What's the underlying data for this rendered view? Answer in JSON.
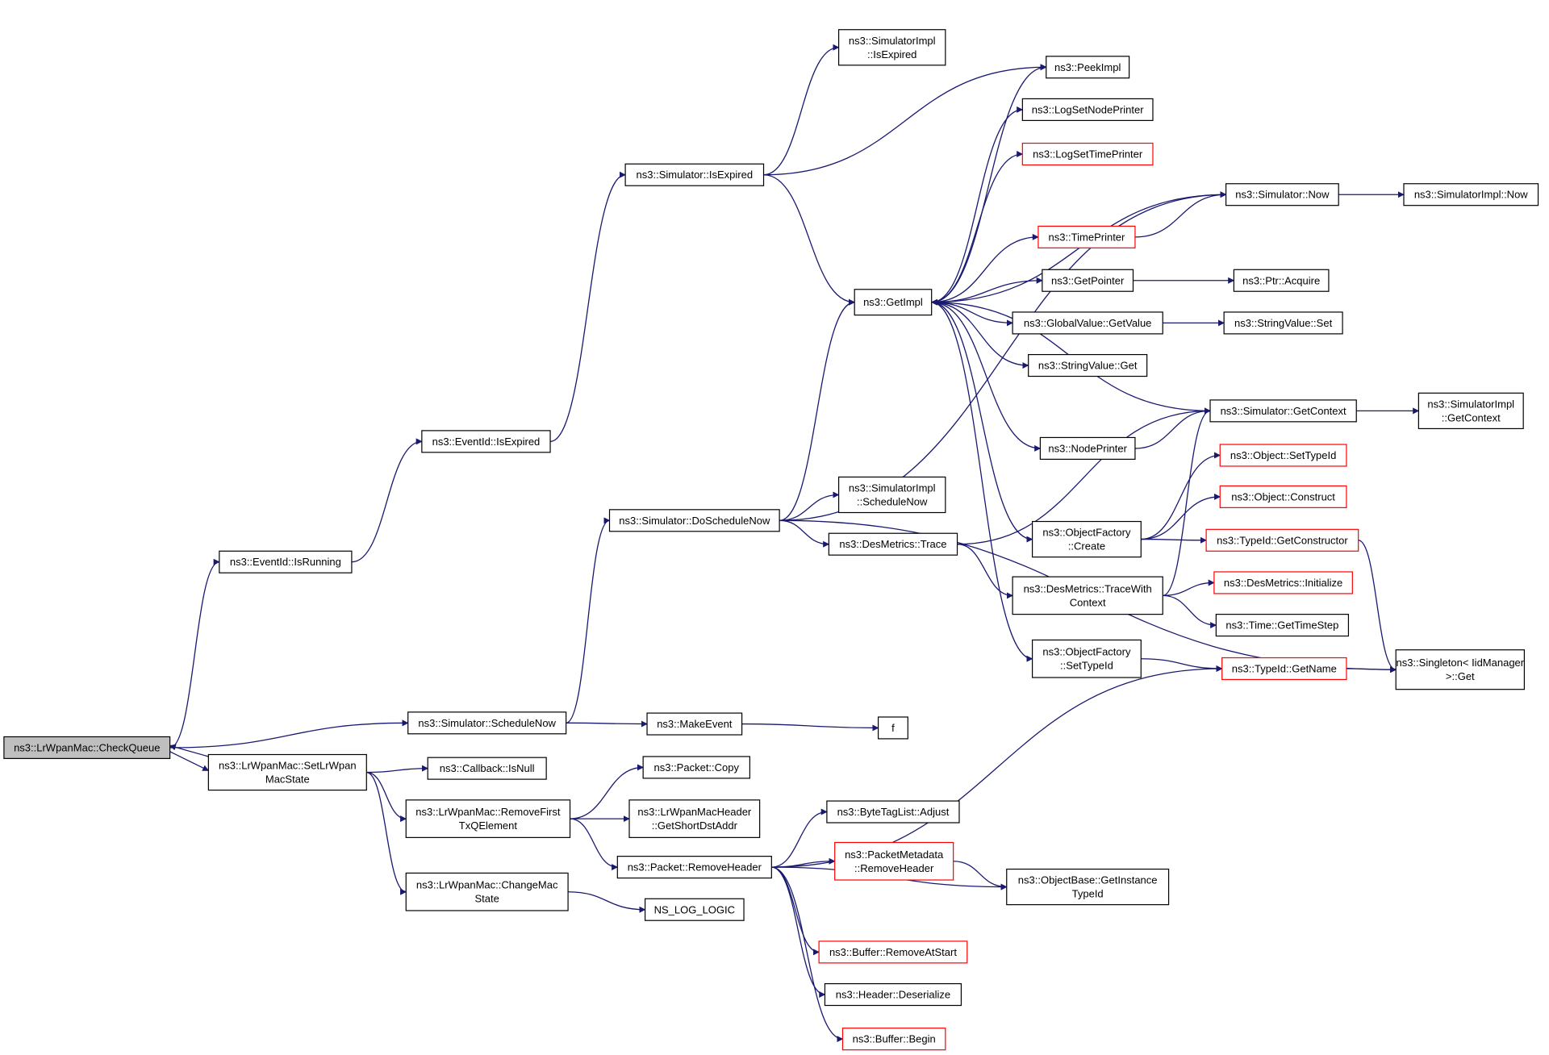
{
  "colors": {
    "edge": "#191970",
    "border_normal": "#000000",
    "border_truncated": "#ff0000",
    "highlight_fill": "#bfbfbf",
    "fill": "#ffffff"
  },
  "nodes": {
    "check_queue": {
      "lines": [
        "ns3::LrWpanMac::CheckQueue"
      ],
      "style": "highlight"
    },
    "eventid_isrunning": {
      "lines": [
        "ns3::EventId::IsRunning"
      ],
      "style": "normal"
    },
    "eventid_isexpired": {
      "lines": [
        "ns3::EventId::IsExpired"
      ],
      "style": "normal"
    },
    "simulator_isexpired": {
      "lines": [
        "ns3::Simulator::IsExpired"
      ],
      "style": "normal"
    },
    "simimpl_isexpired": {
      "lines": [
        "ns3::SimulatorImpl",
        "::IsExpired"
      ],
      "style": "normal"
    },
    "peekimpl": {
      "lines": [
        "ns3::PeekImpl"
      ],
      "style": "normal"
    },
    "logsetnodeprinter": {
      "lines": [
        "ns3::LogSetNodePrinter"
      ],
      "style": "normal"
    },
    "logsettimeprinter": {
      "lines": [
        "ns3::LogSetTimePrinter"
      ],
      "style": "truncated"
    },
    "simulator_now": {
      "lines": [
        "ns3::Simulator::Now"
      ],
      "style": "normal"
    },
    "simimpl_now": {
      "lines": [
        "ns3::SimulatorImpl::Now"
      ],
      "style": "normal"
    },
    "timeprinter": {
      "lines": [
        "ns3::TimePrinter"
      ],
      "style": "truncated"
    },
    "getimpl": {
      "lines": [
        "ns3::GetImpl"
      ],
      "style": "normal"
    },
    "getpointer": {
      "lines": [
        "ns3::GetPointer"
      ],
      "style": "normal"
    },
    "ptr_acquire": {
      "lines": [
        "ns3::Ptr::Acquire"
      ],
      "style": "normal"
    },
    "globalvalue_getvalue": {
      "lines": [
        "ns3::GlobalValue::GetValue"
      ],
      "style": "normal"
    },
    "stringvalue_set": {
      "lines": [
        "ns3::StringValue::Set"
      ],
      "style": "normal"
    },
    "stringvalue_get": {
      "lines": [
        "ns3::StringValue::Get"
      ],
      "style": "normal"
    },
    "simulator_getcontext": {
      "lines": [
        "ns3::Simulator::GetContext"
      ],
      "style": "normal"
    },
    "simimpl_getcontext": {
      "lines": [
        "ns3::SimulatorImpl",
        "::GetContext"
      ],
      "style": "normal"
    },
    "nodeprinter": {
      "lines": [
        "ns3::NodePrinter"
      ],
      "style": "normal"
    },
    "object_settypeid": {
      "lines": [
        "ns3::Object::SetTypeId"
      ],
      "style": "truncated"
    },
    "object_construct": {
      "lines": [
        "ns3::Object::Construct"
      ],
      "style": "truncated"
    },
    "simimpl_schedulenow": {
      "lines": [
        "ns3::SimulatorImpl",
        "::ScheduleNow"
      ],
      "style": "normal"
    },
    "simulator_doschedulenow": {
      "lines": [
        "ns3::Simulator::DoScheduleNow"
      ],
      "style": "normal"
    },
    "objectfactory_create": {
      "lines": [
        "ns3::ObjectFactory",
        "::Create"
      ],
      "style": "normal"
    },
    "typeid_getconstructor": {
      "lines": [
        "ns3::TypeId::GetConstructor"
      ],
      "style": "truncated"
    },
    "desmetrics_trace": {
      "lines": [
        "ns3::DesMetrics::Trace"
      ],
      "style": "normal"
    },
    "desmetrics_tracewithcontext": {
      "lines": [
        "ns3::DesMetrics::TraceWith",
        "Context"
      ],
      "style": "normal"
    },
    "desmetrics_initialize": {
      "lines": [
        "ns3::DesMetrics::Initialize"
      ],
      "style": "truncated"
    },
    "time_gettimestep": {
      "lines": [
        "ns3::Time::GetTimeStep"
      ],
      "style": "normal"
    },
    "objectfactory_settypeid": {
      "lines": [
        "ns3::ObjectFactory",
        "::SetTypeId"
      ],
      "style": "normal"
    },
    "typeid_getname": {
      "lines": [
        "ns3::TypeId::GetName"
      ],
      "style": "truncated"
    },
    "singleton_get": {
      "lines": [
        "ns3::Singleton< IidManager",
        ">::Get"
      ],
      "style": "normal"
    },
    "simulator_schedulenow": {
      "lines": [
        "ns3::Simulator::ScheduleNow"
      ],
      "style": "normal"
    },
    "makeevent": {
      "lines": [
        "ns3::MakeEvent"
      ],
      "style": "normal"
    },
    "f": {
      "lines": [
        "f"
      ],
      "style": "normal"
    },
    "setlrwpanmacstate": {
      "lines": [
        "ns3::LrWpanMac::SetLrWpan",
        "MacState"
      ],
      "style": "normal"
    },
    "callback_isnull": {
      "lines": [
        "ns3::Callback::IsNull"
      ],
      "style": "normal"
    },
    "packet_copy": {
      "lines": [
        "ns3::Packet::Copy"
      ],
      "style": "normal"
    },
    "removefirsttxqelement": {
      "lines": [
        "ns3::LrWpanMac::RemoveFirst",
        "TxQElement"
      ],
      "style": "normal"
    },
    "getshortdstaddr": {
      "lines": [
        "ns3::LrWpanMacHeader",
        "::GetShortDstAddr"
      ],
      "style": "normal"
    },
    "bytetaglist_adjust": {
      "lines": [
        "ns3::ByteTagList::Adjust"
      ],
      "style": "normal"
    },
    "packet_removeheader": {
      "lines": [
        "ns3::Packet::RemoveHeader"
      ],
      "style": "normal"
    },
    "packetmetadata_removeheader": {
      "lines": [
        "ns3::PacketMetadata",
        "::RemoveHeader"
      ],
      "style": "truncated"
    },
    "objectbase_getinstancetypeid": {
      "lines": [
        "ns3::ObjectBase::GetInstance",
        "TypeId"
      ],
      "style": "normal"
    },
    "changemacstate": {
      "lines": [
        "ns3::LrWpanMac::ChangeMac",
        "State"
      ],
      "style": "normal"
    },
    "ns_log_logic": {
      "lines": [
        "NS_LOG_LOGIC"
      ],
      "style": "normal"
    },
    "buffer_removeatstart": {
      "lines": [
        "ns3::Buffer::RemoveAtStart"
      ],
      "style": "truncated"
    },
    "header_deserialize": {
      "lines": [
        "ns3::Header::Deserialize"
      ],
      "style": "normal"
    },
    "buffer_begin": {
      "lines": [
        "ns3::Buffer::Begin"
      ],
      "style": "truncated"
    }
  },
  "edges": [
    [
      "check_queue",
      "eventid_isrunning"
    ],
    [
      "check_queue",
      "simulator_schedulenow"
    ],
    [
      "check_queue",
      "setlrwpanmacstate"
    ],
    [
      "setlrwpanmacstate",
      "check_queue"
    ],
    [
      "eventid_isrunning",
      "eventid_isexpired"
    ],
    [
      "eventid_isexpired",
      "simulator_isexpired"
    ],
    [
      "simulator_isexpired",
      "simimpl_isexpired"
    ],
    [
      "simulator_isexpired",
      "peekimpl"
    ],
    [
      "simulator_isexpired",
      "getimpl"
    ],
    [
      "simulator_schedulenow",
      "simulator_doschedulenow"
    ],
    [
      "simulator_schedulenow",
      "makeevent"
    ],
    [
      "makeevent",
      "f"
    ],
    [
      "simulator_doschedulenow",
      "getimpl"
    ],
    [
      "simulator_doschedulenow",
      "simulator_now"
    ],
    [
      "simulator_doschedulenow",
      "simimpl_schedulenow"
    ],
    [
      "simulator_doschedulenow",
      "desmetrics_trace"
    ],
    [
      "simulator_doschedulenow",
      "singleton_get"
    ],
    [
      "getimpl",
      "peekimpl"
    ],
    [
      "getimpl",
      "logsetnodeprinter"
    ],
    [
      "getimpl",
      "logsettimeprinter"
    ],
    [
      "getimpl",
      "timeprinter"
    ],
    [
      "getimpl",
      "getpointer"
    ],
    [
      "getimpl",
      "globalvalue_getvalue"
    ],
    [
      "getimpl",
      "stringvalue_get"
    ],
    [
      "getimpl",
      "nodeprinter"
    ],
    [
      "getimpl",
      "objectfactory_create"
    ],
    [
      "getimpl",
      "objectfactory_settypeid"
    ],
    [
      "simulator_now",
      "getimpl"
    ],
    [
      "simulator_now",
      "simimpl_now"
    ],
    [
      "timeprinter",
      "simulator_now"
    ],
    [
      "getpointer",
      "ptr_acquire"
    ],
    [
      "globalvalue_getvalue",
      "stringvalue_set"
    ],
    [
      "simulator_getcontext",
      "getimpl"
    ],
    [
      "simulator_getcontext",
      "simimpl_getcontext"
    ],
    [
      "nodeprinter",
      "simulator_getcontext"
    ],
    [
      "desmetrics_trace",
      "simulator_getcontext"
    ],
    [
      "desmetrics_trace",
      "desmetrics_tracewithcontext"
    ],
    [
      "desmetrics_tracewithcontext",
      "simulator_getcontext"
    ],
    [
      "desmetrics_tracewithcontext",
      "desmetrics_initialize"
    ],
    [
      "desmetrics_tracewithcontext",
      "time_gettimestep"
    ],
    [
      "objectfactory_create",
      "object_settypeid"
    ],
    [
      "objectfactory_create",
      "object_construct"
    ],
    [
      "objectfactory_create",
      "typeid_getconstructor"
    ],
    [
      "typeid_getconstructor",
      "singleton_get"
    ],
    [
      "objectfactory_settypeid",
      "typeid_getname"
    ],
    [
      "typeid_getname",
      "singleton_get"
    ],
    [
      "setlrwpanmacstate",
      "callback_isnull"
    ],
    [
      "setlrwpanmacstate",
      "removefirsttxqelement"
    ],
    [
      "setlrwpanmacstate",
      "changemacstate"
    ],
    [
      "removefirsttxqelement",
      "packet_copy"
    ],
    [
      "removefirsttxqelement",
      "getshortdstaddr"
    ],
    [
      "removefirsttxqelement",
      "packet_removeheader"
    ],
    [
      "changemacstate",
      "ns_log_logic"
    ],
    [
      "packet_removeheader",
      "typeid_getname"
    ],
    [
      "packet_removeheader",
      "bytetaglist_adjust"
    ],
    [
      "packet_removeheader",
      "packetmetadata_removeheader"
    ],
    [
      "packet_removeheader",
      "objectbase_getinstancetypeid"
    ],
    [
      "packet_removeheader",
      "buffer_removeatstart"
    ],
    [
      "packet_removeheader",
      "header_deserialize"
    ],
    [
      "packet_removeheader",
      "buffer_begin"
    ],
    [
      "packetmetadata_removeheader",
      "objectbase_getinstancetypeid"
    ]
  ]
}
